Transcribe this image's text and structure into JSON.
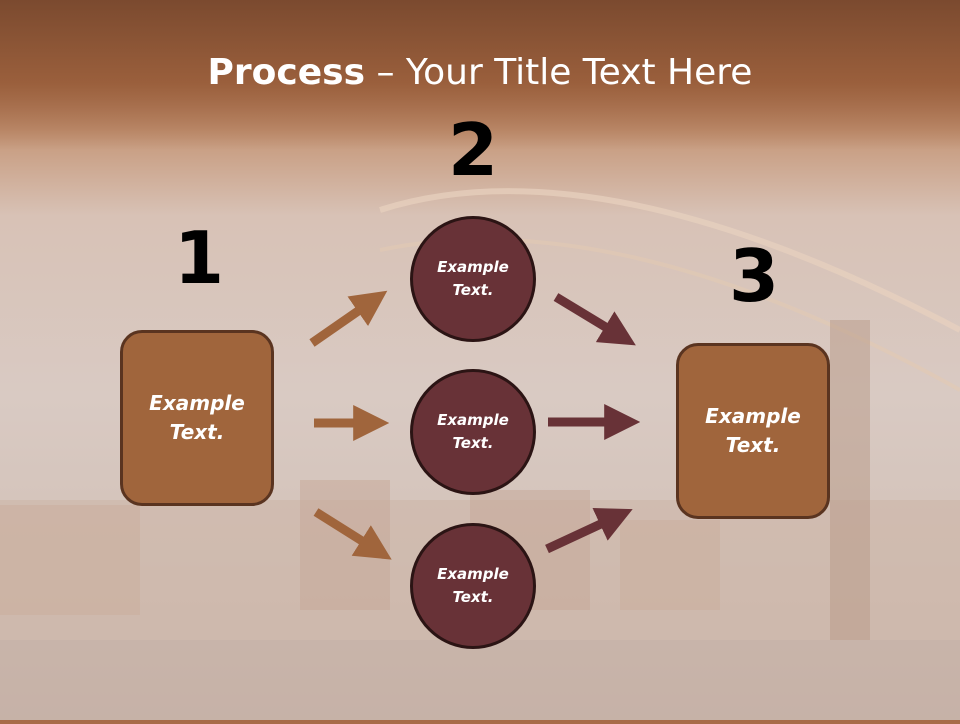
{
  "title": {
    "bold": "Process",
    "rest": " – Your Title Text Here"
  },
  "steps": {
    "n1": "1",
    "n2": "2",
    "n3": "3"
  },
  "boxes": {
    "left": {
      "line1": "Example",
      "line2": "Text."
    },
    "right": {
      "line1": "Example",
      "line2": "Text."
    }
  },
  "circles": {
    "top": {
      "line1": "Example",
      "line2": "Text."
    },
    "middle": {
      "line1": "Example",
      "line2": "Text."
    },
    "bottom": {
      "line1": "Example",
      "line2": "Text."
    }
  },
  "colors": {
    "box_fill": "#a0653c",
    "circle_fill": "#683237",
    "arrow_left": "#a0653c",
    "arrow_right": "#683237"
  }
}
